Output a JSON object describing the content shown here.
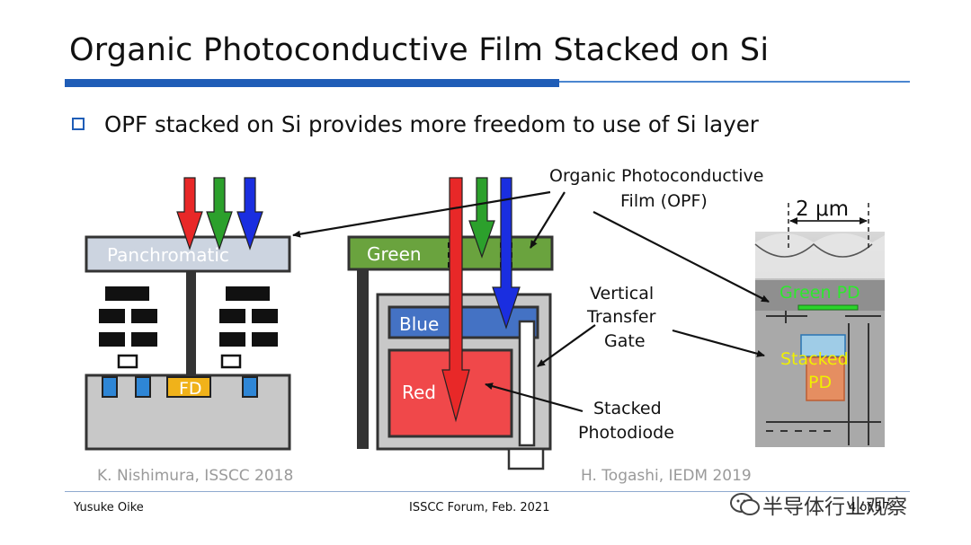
{
  "slide": {
    "title": "Organic Photoconductive Film Stacked on Si",
    "bullet": "OPF stacked on Si provides more freedom to use of Si layer"
  },
  "left_figure": {
    "layer_label": "Panchromatic",
    "fd_label": "FD",
    "citation": "K. Nishimura, ISSCC 2018"
  },
  "middle_figure": {
    "green_label": "Green",
    "blue_label": "Blue",
    "red_label": "Red",
    "opf_label_line1": "Organic Photoconductive",
    "opf_label_line2": "Film (OPF)",
    "vtg_line1": "Vertical",
    "vtg_line2": "Transfer",
    "vtg_line3": "Gate",
    "pd_line1": "Stacked",
    "pd_line2": "Photodiode",
    "citation": "H. Togashi, IEDM 2019"
  },
  "micrograph": {
    "scale_label": "2 μm",
    "green_pd_label": "Green PD",
    "stacked_pd_line1": "Stacked",
    "stacked_pd_line2": "PD"
  },
  "footer": {
    "author": "Yusuke Oike",
    "event": "ISSCC Forum, Feb. 2021",
    "page": "4",
    "page_total_fragment": "of 57",
    "watermark": "半导体行业观察"
  },
  "colors": {
    "accent_blue": "#1f5db7",
    "red_light": "#e82828",
    "green_light": "#2ca02c",
    "blue_light": "#1a2ee0",
    "green_layer": "#6aa33e",
    "blue_layer": "#4472c4",
    "red_layer": "#f0484a",
    "fd_orange": "#f0b21a"
  }
}
